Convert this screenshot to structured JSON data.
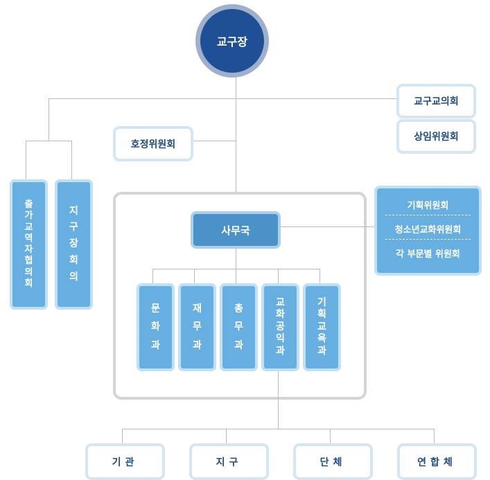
{
  "top": {
    "label": "교구장"
  },
  "right_top": [
    {
      "label": "교구교의회"
    },
    {
      "label": "상임위원회"
    }
  ],
  "hojeong": {
    "label": "호정위원회"
  },
  "left_boxes": [
    {
      "label": "출가교역자 협의회",
      "chars": [
        "출",
        "가",
        "교",
        "역",
        "자",
        "협",
        "의",
        "회"
      ]
    },
    {
      "label": "지구장회의",
      "chars": [
        "지",
        "구",
        "장",
        "회",
        "의"
      ]
    }
  ],
  "office": {
    "label": "사무국"
  },
  "committees": [
    {
      "label": "기획위원회"
    },
    {
      "label": "청소년교화위원회"
    },
    {
      "label": "각 부문별 위원회"
    }
  ],
  "departments": [
    {
      "label": "문화과",
      "chars": [
        "문",
        "화",
        "과"
      ]
    },
    {
      "label": "재무과",
      "chars": [
        "재",
        "무",
        "과"
      ]
    },
    {
      "label": "총무과",
      "chars": [
        "총",
        "무",
        "과"
      ]
    },
    {
      "label": "교화공익과",
      "chars": [
        "교",
        "화",
        "공",
        "익",
        "과"
      ]
    },
    {
      "label": "기획교육과",
      "chars": [
        "기",
        "획",
        "교",
        "육",
        "과"
      ]
    }
  ],
  "bottom": [
    {
      "label": "기관"
    },
    {
      "label": "지구"
    },
    {
      "label": "단체"
    },
    {
      "label": "연합체"
    }
  ]
}
